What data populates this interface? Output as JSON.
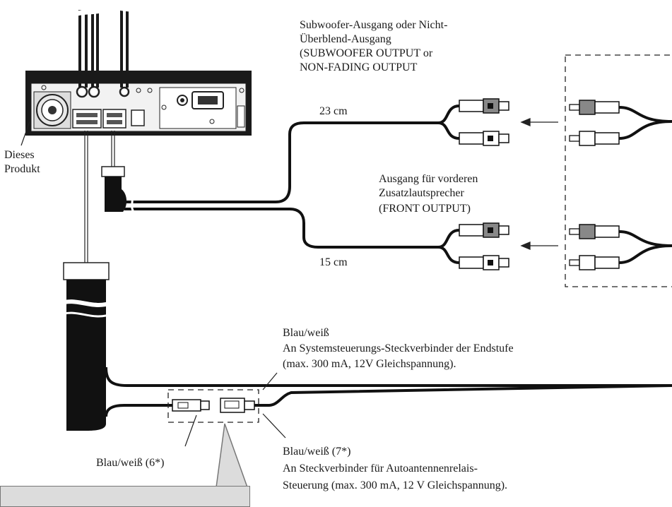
{
  "labels": {
    "product": [
      "Dieses",
      "Produkt"
    ],
    "subwoofer_output": [
      "Subwoofer-Ausgang oder Nicht-",
      "Überblend-Ausgang",
      "(SUBWOOFER OUTPUT or",
      "NON-FADING OUTPUT"
    ],
    "length_23": "23 cm",
    "front_output": [
      "Ausgang für vorderen",
      "Zusatzlautsprecher",
      "(FRONT OUTPUT)"
    ],
    "length_15": "15 cm",
    "system_control": [
      "Blau/weiß",
      "An Systemsteuerungs-Steckverbinder der Endstufe",
      "(max. 300 mA, 12V Gleichspannung)."
    ],
    "blue_white_6": "Blau/weiß (6*)",
    "antenna_relay": [
      "Blau/weiß (7*)",
      "An Steckverbinder für Autoantennenrelais-",
      "Steuerung (max. 300 mA, 12 V Gleichspannung)."
    ]
  }
}
